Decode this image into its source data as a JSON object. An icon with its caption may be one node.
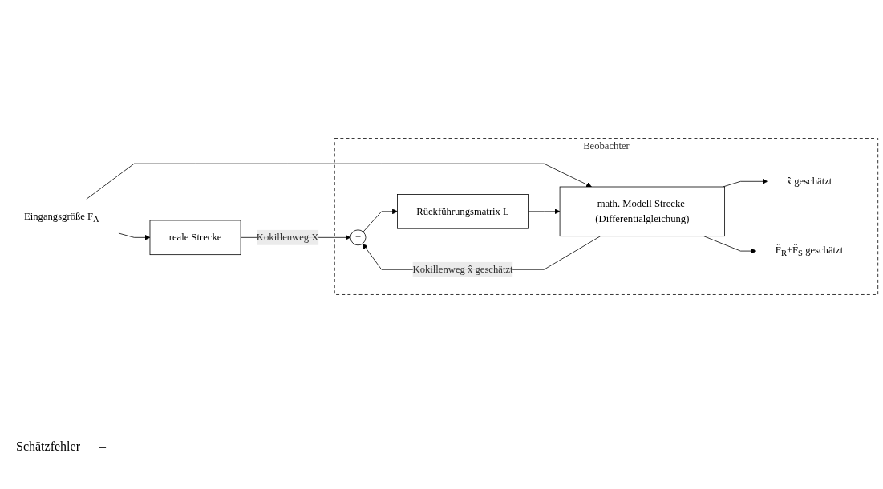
{
  "diagram": {
    "nodes": [
      {
        "text": [
          "Eingangsgröße F$_{A}$"
        ]
      },
      {
        "text": [
          "reale Strecke"
        ]
      },
      {
        "text": [
          "Beobachter"
        ]
      },
      {
        "text": [
          "+"
        ],
        "in": 2
      },
      {
        "text": [
          "math. Modell Strecke (Differentialgleichung)"
        ],
        "in": 2
      },
      {
        "text": [
          "x̂ geschätzt"
        ],
        "in": 2
      },
      {
        "text": [
          "F̂$_{R}$+F̂$_{S}$ geschätzt"
        ],
        "in": 2
      },
      {
        "text": [
          "Rückführungsmatrix L"
        ],
        "in": 2
      }
    ],
    "edges": [
      {
        "from": 0,
        "to": 1,
        "arrow": "to"
      },
      {
        "from": 0,
        "to": 4,
        "arrow": "to"
      },
      {
        "from": 1,
        "to": 3,
        "arrow": "to",
        "label": "Kokillenweg X"
      },
      {
        "from": 4,
        "to": 3,
        "arrow": "to",
        "label": "Kokillenweg x̂ geschätzt"
      },
      {
        "from": 4,
        "to": 5,
        "arrow": "to"
      },
      {
        "from": 4,
        "to": 6,
        "arrow": "to"
      },
      {
        "from": 3,
        "to": 7,
        "arrow": "to"
      },
      {
        "from": 7,
        "to": 4,
        "arrow": "to"
      }
    ],
    "labels": [
      "Schätzfehler",
      "–"
    ]
  }
}
